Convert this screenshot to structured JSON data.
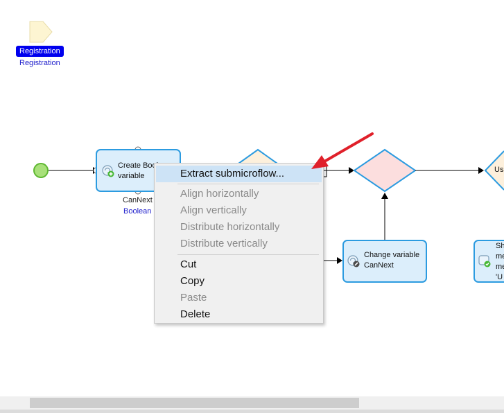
{
  "parameter": {
    "badge_label": "Registration",
    "name": "Registration"
  },
  "activities": {
    "create_variable": {
      "line1": "Create Bool",
      "line2": "variable"
    },
    "change_variable": {
      "line1": "Change variable",
      "line2": "CanNext"
    },
    "right_partial_action": {
      "text": "Us"
    },
    "show_message_partial": {
      "line1": "Sh",
      "line2": "me",
      "line3": "me",
      "line4": "'U"
    }
  },
  "variable": {
    "name": "CanNext",
    "type": "Boolean"
  },
  "context_menu": {
    "items": [
      {
        "label": "Extract submicroflow...",
        "enabled": true,
        "highlighted": true
      },
      {
        "label": "Align horizontally",
        "enabled": false
      },
      {
        "label": "Align vertically",
        "enabled": false
      },
      {
        "label": "Distribute horizontally",
        "enabled": false
      },
      {
        "label": "Distribute vertically",
        "enabled": false
      },
      {
        "label": "Cut",
        "enabled": true
      },
      {
        "label": "Copy",
        "enabled": true
      },
      {
        "label": "Paste",
        "enabled": false
      },
      {
        "label": "Delete",
        "enabled": true
      }
    ]
  },
  "icons": {
    "parameter": "parameter-icon",
    "start_event": "start-event-icon",
    "create_variable": "create-variable-icon",
    "change_variable": "change-variable-icon",
    "show_message": "show-message-icon",
    "annotation_arrow": "red-arrow-icon"
  },
  "colors": {
    "activity_fill": "#dceefb",
    "activity_border": "#2c9be0",
    "start_event": "#a8e07a",
    "decision_fill": "#fcdede",
    "decision_border": "#2c9be0",
    "menu_highlight": "#cde3f6",
    "annotation": "#e0202a"
  }
}
